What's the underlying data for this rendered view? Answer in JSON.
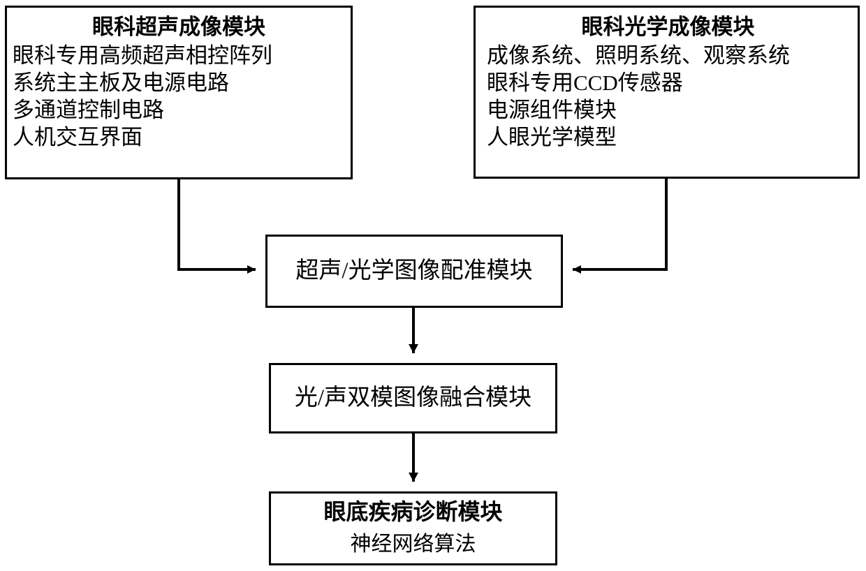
{
  "diagram": {
    "background_color": "#ffffff",
    "line_color": "#000000",
    "nodes": {
      "ultrasound_module": {
        "title": "眼科超声成像模块",
        "lines": [
          "眼科专用高频超声相控阵列",
          "系统主主板及电源电路",
          "多通道控制电路",
          "人机交互界面"
        ]
      },
      "optical_module": {
        "title": "眼科光学成像模块",
        "lines": [
          "成像系统、照明系统、观察系统",
          "眼科专用CCD传感器",
          "电源组件模块",
          "人眼光学模型"
        ]
      },
      "registration_module": {
        "title": "超声/光学图像配准模块"
      },
      "fusion_module": {
        "title": "光/声双模图像融合模块"
      },
      "diagnosis_module": {
        "title": "眼底疾病诊断模块",
        "subtitle": "神经网络算法"
      }
    },
    "edges": [
      {
        "name": "ultrasound-to-registration",
        "style": "elbow-down-right",
        "arrowhead": "right"
      },
      {
        "name": "optical-to-registration",
        "style": "elbow-down-left",
        "arrowhead": "left"
      },
      {
        "name": "registration-to-fusion",
        "style": "straight-down",
        "arrowhead": "down"
      },
      {
        "name": "fusion-to-diagnosis",
        "style": "straight-down",
        "arrowhead": "down"
      }
    ]
  }
}
